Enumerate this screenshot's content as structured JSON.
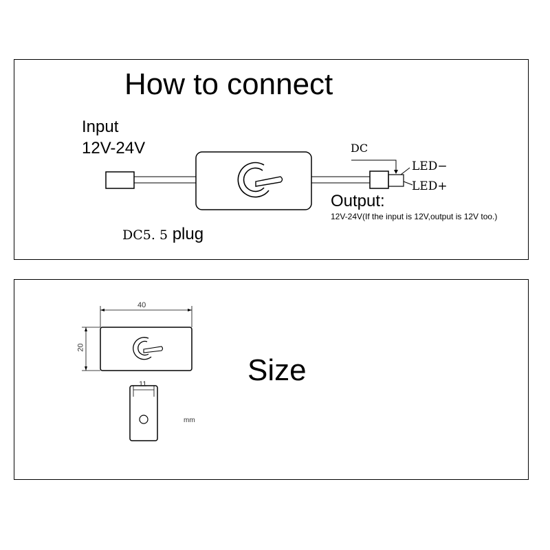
{
  "connect_panel": {
    "title": "How to connect",
    "input_label": "Input",
    "input_range": "12V-24V",
    "dc_label": "DC",
    "led_minus": "LED−",
    "led_plus": "LED+",
    "output_label": "Output:",
    "output_note": "12V-24V(If the input is 12V,output is 12V too.)",
    "plug_code": "DC5. 5",
    "plug_word": " plug"
  },
  "size_panel": {
    "title": "Size",
    "dim_length": "40",
    "dim_height": "20",
    "dim_depth": "11",
    "unit": "mm"
  },
  "icons": [
    "power-icon"
  ]
}
